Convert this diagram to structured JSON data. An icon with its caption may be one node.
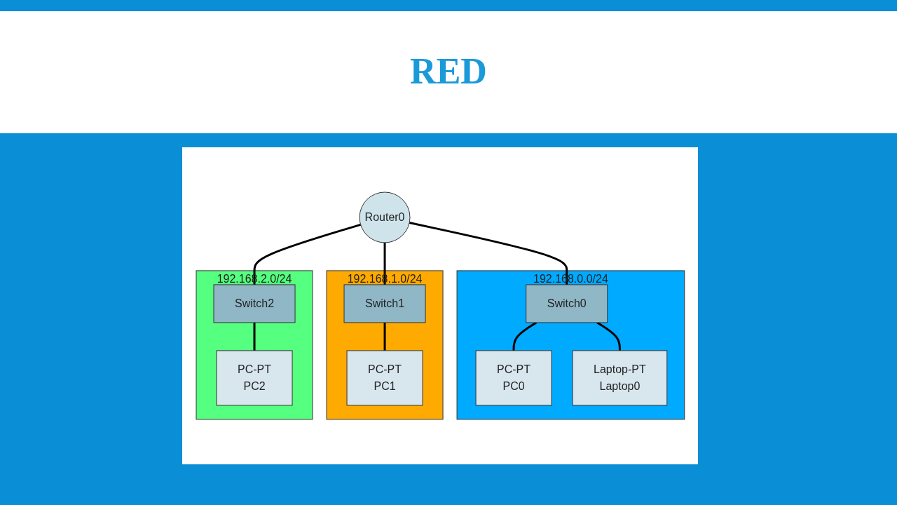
{
  "diagram": {
    "title": "RED",
    "nodes": [
      {
        "text": [
          "Router0"
        ]
      },
      {
        "text": [
          "192.168.0.0/24"
        ]
      },
      {
        "text": [
          "Switch0"
        ],
        "in": 1
      },
      {
        "text": [
          "PC-PT",
          "PC0"
        ],
        "in": 1
      },
      {
        "text": [
          "Laptop-PT",
          "Laptop0"
        ],
        "in": 1
      },
      {
        "text": [
          "192.168.1.0/24"
        ]
      },
      {
        "text": [
          "Switch1"
        ],
        "in": 5
      },
      {
        "text": [
          "PC-PT",
          "PC1"
        ],
        "in": 5
      },
      {
        "text": [
          "192.168.2.0/24"
        ]
      },
      {
        "text": [
          "Switch2"
        ],
        "in": 8
      },
      {
        "text": [
          "PC-PT",
          "PC2"
        ],
        "in": 8
      }
    ],
    "edges": [
      {
        "from": 0,
        "to": 2,
        "arrow": "none"
      },
      {
        "from": 0,
        "to": 6,
        "arrow": "none"
      },
      {
        "from": 0,
        "to": 9,
        "arrow": "none"
      },
      {
        "from": 2,
        "to": 3,
        "arrow": "none"
      },
      {
        "from": 2,
        "to": 4,
        "arrow": "none"
      },
      {
        "from": 6,
        "to": 7,
        "arrow": "none"
      },
      {
        "from": 9,
        "to": 10,
        "arrow": "none"
      }
    ]
  }
}
